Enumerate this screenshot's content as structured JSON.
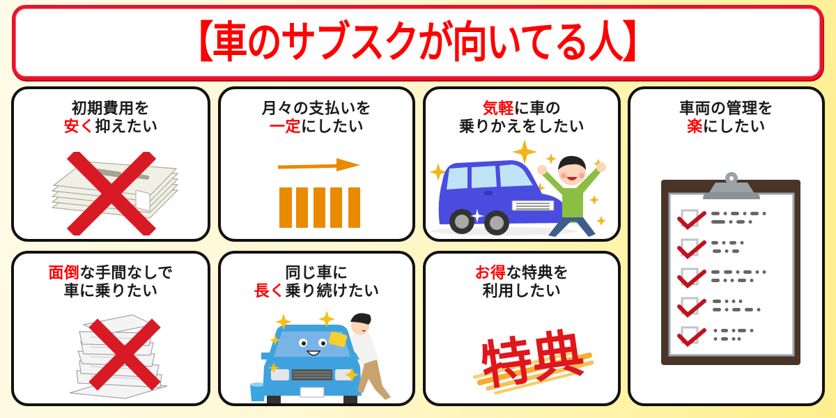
{
  "title": "【車のサブスクが向いてる人】",
  "colors": {
    "title_red": "#ff0000",
    "title_border": "#e8132b",
    "card_border": "#111111",
    "accent_red": "#ff0000",
    "orange": "#e98a00",
    "cross_red": "#d81a24",
    "background_left": "#fffbe6",
    "background_right": "#ffef8e"
  },
  "cards": [
    {
      "id": "low-initial-cost",
      "line1": [
        {
          "text": "初期費用を",
          "highlight": false
        }
      ],
      "line2": [
        {
          "text": "安く",
          "highlight": true
        },
        {
          "text": "抑えたい",
          "highlight": false
        }
      ],
      "illustration": "crossed-out-money-stack-icon"
    },
    {
      "id": "fixed-monthly-payment",
      "line1": [
        {
          "text": "月々の支払いを",
          "highlight": false
        }
      ],
      "line2": [
        {
          "text": "一定",
          "highlight": true
        },
        {
          "text": "にしたい",
          "highlight": false
        }
      ],
      "illustration": "flat-payment-bars-icon",
      "bars": 5
    },
    {
      "id": "switch-cars-easily",
      "line1": [
        {
          "text": "気軽",
          "highlight": true
        },
        {
          "text": "に車の",
          "highlight": false
        }
      ],
      "line2": [
        {
          "text": "乗りかえをしたい",
          "highlight": false
        }
      ],
      "illustration": "happy-man-with-new-car-icon"
    },
    {
      "id": "easy-vehicle-management",
      "line1": [
        {
          "text": "車両の管理を",
          "highlight": false
        }
      ],
      "line2": [
        {
          "text": "楽",
          "highlight": true
        },
        {
          "text": "にしたい",
          "highlight": false
        }
      ],
      "illustration": "clipboard-checklist-icon",
      "checklist_items": 5
    },
    {
      "id": "no-hassle",
      "line1": [
        {
          "text": "面倒",
          "highlight": true
        },
        {
          "text": "な手間なしで",
          "highlight": false
        }
      ],
      "line2": [
        {
          "text": "車に乗りたい",
          "highlight": false
        }
      ],
      "illustration": "crossed-out-paper-pile-icon"
    },
    {
      "id": "keep-same-car-long",
      "line1": [
        {
          "text": "同じ車に",
          "highlight": false
        }
      ],
      "line2": [
        {
          "text": "長く",
          "highlight": true
        },
        {
          "text": "乗り続けたい",
          "highlight": false
        }
      ],
      "illustration": "man-washing-car-icon"
    },
    {
      "id": "use-perks",
      "line1": [
        {
          "text": "お得",
          "highlight": true
        },
        {
          "text": "な特典を",
          "highlight": false
        }
      ],
      "line2": [
        {
          "text": "利用したい",
          "highlight": false
        }
      ],
      "illustration": "perk-stamp-icon",
      "stamp_text": "特典"
    }
  ]
}
